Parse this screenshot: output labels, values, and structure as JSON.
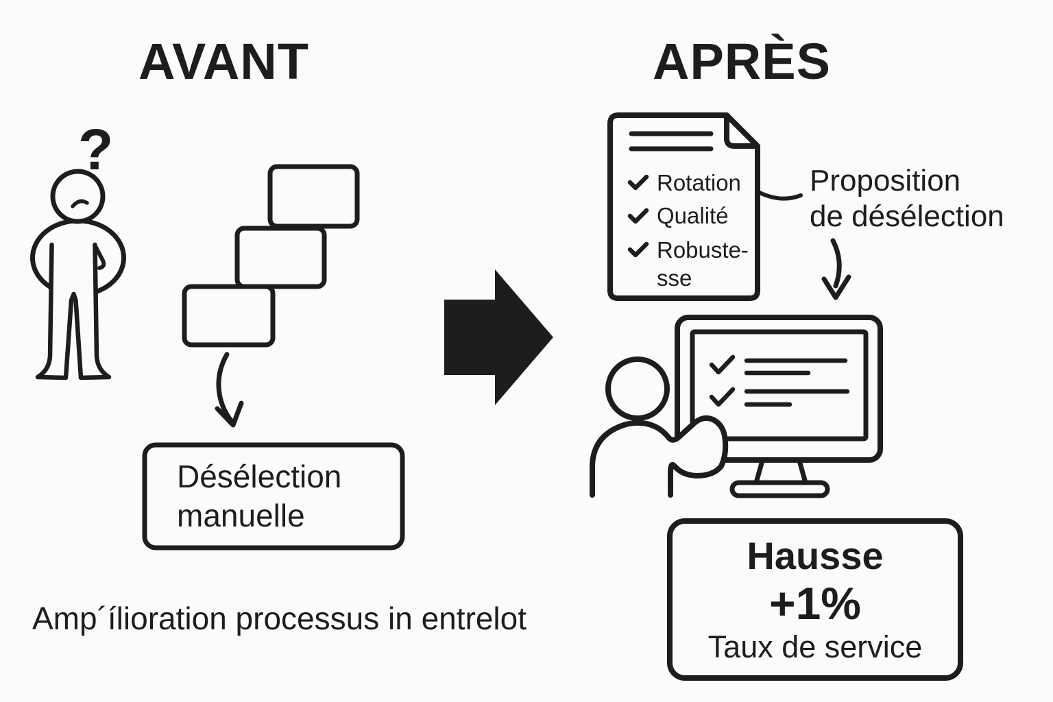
{
  "colors": {
    "ink": "#1d1d1d",
    "background": "#fbfbfa"
  },
  "avant": {
    "title": "AVANT",
    "thinking_person": {
      "question_mark": "?"
    },
    "process_boxes_count": 3,
    "manual_box": {
      "label": "Désélection\nmanuelle"
    },
    "caption": "Amp´ílioration processus in entrelot"
  },
  "apres": {
    "title": "APRÈS",
    "criteria_document": {
      "items": [
        {
          "label": "Rotation",
          "checked": true
        },
        {
          "label": "Qualité",
          "checked": true
        },
        {
          "label": "Robuste-",
          "checked": true
        },
        {
          "label": "sse",
          "checked": false
        }
      ]
    },
    "proposition_label": "Proposition\nde désélection",
    "result_box": {
      "headline": "Hausse",
      "value": "+1%",
      "metric": "Taux de service"
    }
  }
}
